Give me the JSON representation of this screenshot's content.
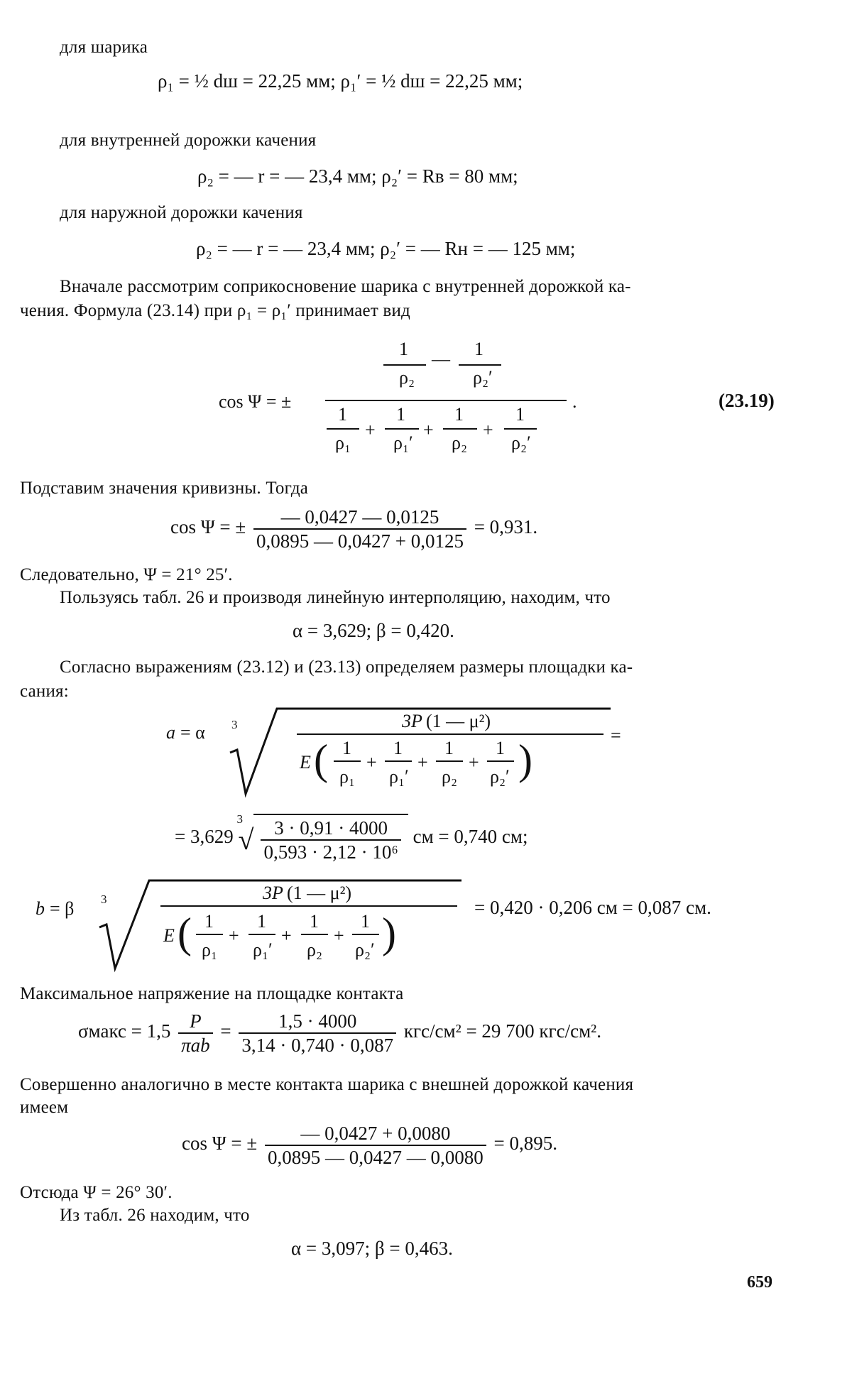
{
  "page": {
    "text": {
      "l1": "для шарика",
      "l2": "для внутренней дорожки качения",
      "l3": "для наружной дорожки качения",
      "p1a": "Вначале рассмотрим соприкосновение шарика с внутренней дорожкой ка-",
      "p1b": "чения. Формула (23.14) при ρ₁ = ρ₁′ принимает вид",
      "p2": "Подставим значения кривизны. Тогда",
      "p3": "Следовательно, Ψ = 21° 25′.",
      "p4": "Пользуясь табл. 26 и производя линейную интерполяцию, находим, что",
      "p5a": "Согласно выражениям (23.12) и (23.13) определяем размеры площадки ка-",
      "p5b": "сания:",
      "p6": "Максимальное напряжение на площадке контакта",
      "p7a": "Совершенно аналогично в месте контакта шарика с внешней дорожкой качения",
      "p7b": "имеем",
      "p8": "Отсюда Ψ = 26° 30′.",
      "p9": "Из табл. 26 находим, что"
    },
    "eq": {
      "e1": "ρ₁ = ½ dш = 22,25 мм;   ρ₁′ = ½ dш = 22,25 мм;",
      "e2": "ρ₂ = — r = — 23,4 мм;   ρ₂′ = Rв = 80 мм;",
      "e3": "ρ₂ = — r = — 23,4 мм;   ρ₂′ = — Rн = — 125 мм;",
      "e4_label": "(23.19)",
      "e5_lhs": "cos Ψ = ±",
      "e5_num": "— 0,0427 — 0,0125",
      "e5_den": "0,0895 — 0,0427 + 0,0125",
      "e5_res": "= 0,931.",
      "e6": "α = 3,629;   β = 0,420.",
      "e8_pre": "= 3,629",
      "e8_num": "3 · 0,91 · 4000",
      "e8_den": "0,593 · 2,12 · 10⁶",
      "e8_res": "см = 0,740 см;",
      "e9_res": "=  0,420 · 0,206 см = 0,087  см.",
      "e10_lhs": "σмакс = 1,5",
      "e10_num": "1,5 · 4000",
      "e10_den": "3,14 · 0,740 · 0,087",
      "e10_res": "кгс/см² = 29 700  кгс/см².",
      "e11_num": "— 0,0427 + 0,0080",
      "e11_den": "0,0895 — 0,0427 — 0,0080",
      "e11_res": "= 0,895.",
      "e12": "α = 3,097;   β = 0,463."
    },
    "page_number": "659"
  }
}
